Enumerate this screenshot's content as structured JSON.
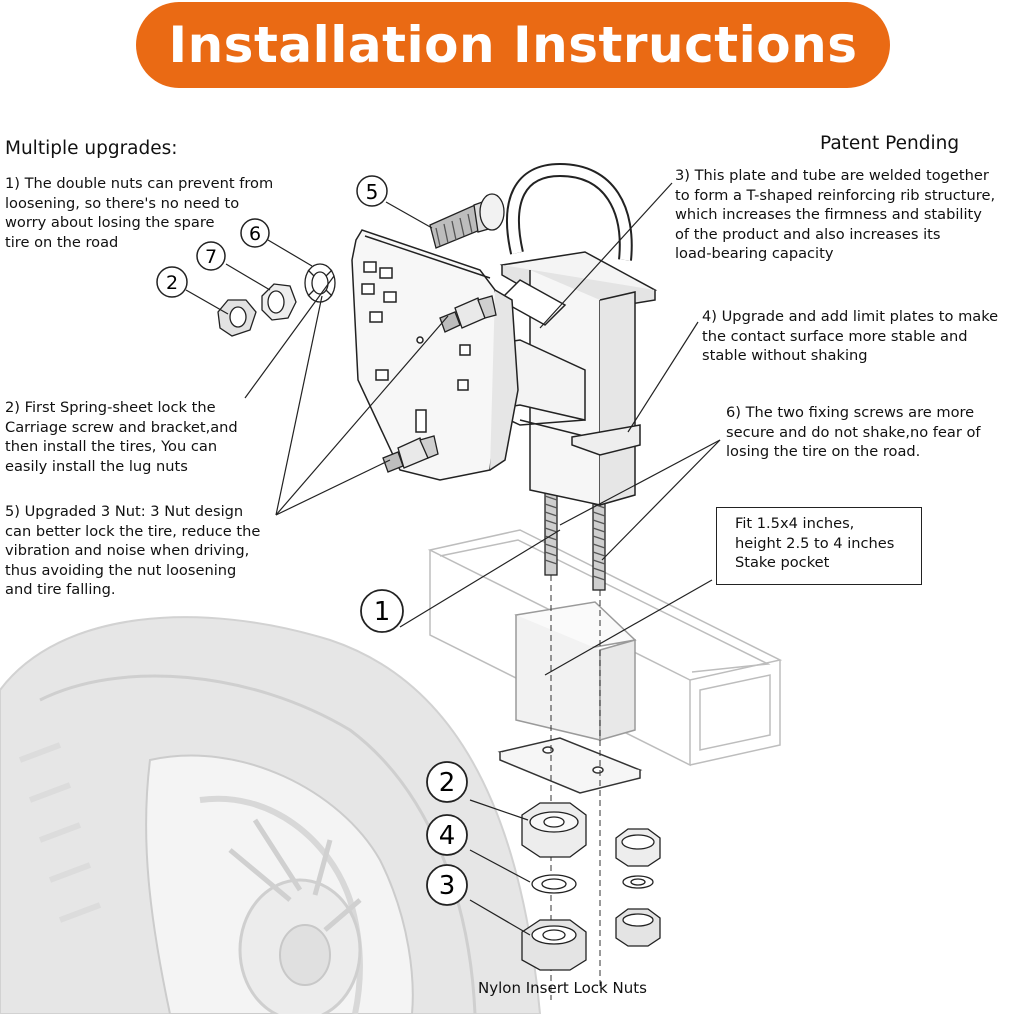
{
  "title": "Installation Instructions",
  "left_heading": "Multiple upgrades:",
  "right_heading": "Patent Pending",
  "notes": {
    "note1": [
      "1) The double nuts can prevent from",
      "loosening, so there's no need to",
      "worry about losing the spare",
      "tire on the road"
    ],
    "note2": [
      "2) First  Spring-sheet lock the",
      "Carriage screw and bracket,and",
      "then install the tires,  You can",
      "easily install the lug nuts"
    ],
    "note5": [
      "5) Upgraded 3 Nut:  3 Nut design",
      "can better lock the tire, reduce the",
      "vibration and noise when driving,",
      "thus avoiding the nut loosening",
      "and tire falling."
    ],
    "note3": [
      "3) This plate and tube are welded together",
      "to form a T-shaped reinforcing rib structure,",
      "which increases the firmness and stability",
      "of the product and also increases its",
      "load-bearing capacity"
    ],
    "note4": [
      "4) Upgrade and add limit plates to make",
      "the contact surface more stable and",
      "stable without shaking"
    ],
    "note6": [
      "6) The two fixing screws are more",
      "secure and do not shake,no fear of",
      "losing the tire on the road."
    ]
  },
  "fit_box": [
    "Fit  1.5x4  inches,",
    "height 2.5 to 4 inches",
    "Stake pocket"
  ],
  "bottom_label": "Nylon Insert  Lock Nuts",
  "callouts": {
    "c5": "5",
    "c6": "6",
    "c7": "7",
    "c2_top": "2",
    "c1": "1",
    "c2_bottom": "2",
    "c4": "4",
    "c3": "3"
  },
  "colors": {
    "banner": "#ea6a14",
    "banner_text": "#ffffff",
    "line": "#222222",
    "tire": "#e4e4e4"
  }
}
